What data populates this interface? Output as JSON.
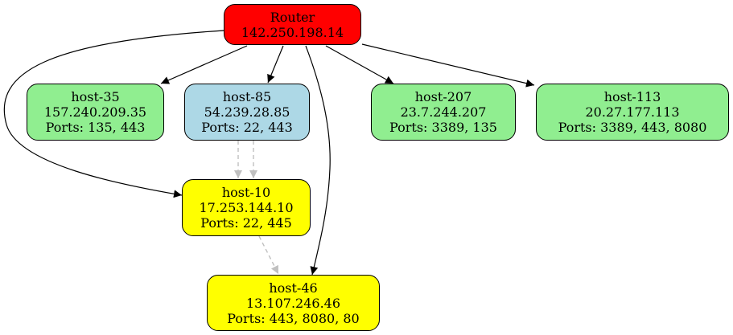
{
  "colors": {
    "router": "#ff0000",
    "green": "#90ee90",
    "blue": "#add8e6",
    "yellow": "#ffff00",
    "solid_edge": "#000000",
    "dashed_edge": "#c0c0c0"
  },
  "nodes": {
    "router": {
      "name": "Router",
      "ip": "142.250.198.14"
    },
    "host35": {
      "name": "host-35",
      "ip": "157.240.209.35",
      "ports": "Ports: 135, 443"
    },
    "host85": {
      "name": "host-85",
      "ip": "54.239.28.85",
      "ports": "Ports: 22, 443"
    },
    "host207": {
      "name": "host-207",
      "ip": "23.7.244.207",
      "ports": "Ports: 3389, 135"
    },
    "host113": {
      "name": "host-113",
      "ip": "20.27.177.113",
      "ports": "Ports: 3389, 443, 8080"
    },
    "host10": {
      "name": "host-10",
      "ip": "17.253.144.10",
      "ports": "Ports: 22, 445"
    },
    "host46": {
      "name": "host-46",
      "ip": "13.107.246.46",
      "ports": "Ports: 443, 8080, 80"
    }
  },
  "edges": [
    {
      "from": "Router",
      "to": "host-35",
      "style": "solid"
    },
    {
      "from": "Router",
      "to": "host-85",
      "style": "solid"
    },
    {
      "from": "Router",
      "to": "host-207",
      "style": "solid"
    },
    {
      "from": "Router",
      "to": "host-113",
      "style": "solid"
    },
    {
      "from": "Router",
      "to": "host-10",
      "style": "solid"
    },
    {
      "from": "Router",
      "to": "host-46",
      "style": "solid"
    },
    {
      "from": "host-85",
      "to": "host-10",
      "style": "dashed"
    },
    {
      "from": "host-85",
      "to": "host-10",
      "style": "dashed"
    },
    {
      "from": "host-10",
      "to": "host-46",
      "style": "dashed"
    }
  ]
}
